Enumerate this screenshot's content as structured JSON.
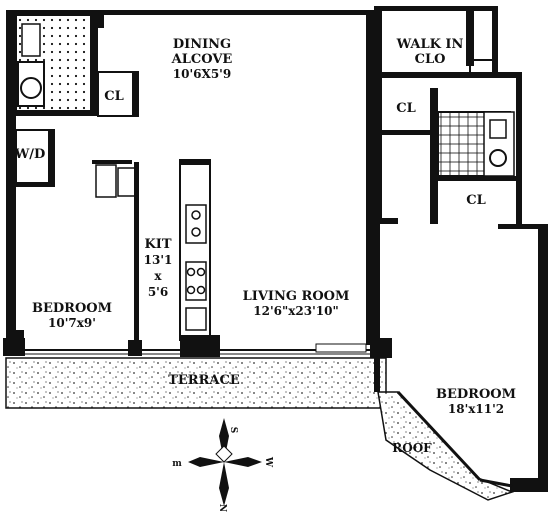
{
  "rooms": {
    "dining": {
      "name": "DINING",
      "name2": "ALCOVE",
      "dims": "10'6X5'9"
    },
    "walk_in": {
      "name": "WALK IN",
      "name2": "CLO"
    },
    "cl_top": {
      "name": "CL"
    },
    "cl_right_upper": {
      "name": "CL"
    },
    "cl_right_lower": {
      "name": "CL"
    },
    "wd": {
      "name": "W/D"
    },
    "kitchen": {
      "name": "KIT",
      "dim1": "13'1",
      "dim2": "x",
      "dim3": "5'6"
    },
    "bedroom1": {
      "name": "BEDROOM",
      "dims": "10'7x9'"
    },
    "living": {
      "name": "LIVING ROOM",
      "dims": "12'6\"x23'10\""
    },
    "terrace": {
      "name": "TERRACE"
    },
    "bedroom2": {
      "name": "BEDROOM",
      "dims": "18'x11'2"
    },
    "roof": {
      "name": "ROOF"
    }
  },
  "compass": {
    "n": "S",
    "s": "N",
    "e": "W",
    "w": "m"
  }
}
